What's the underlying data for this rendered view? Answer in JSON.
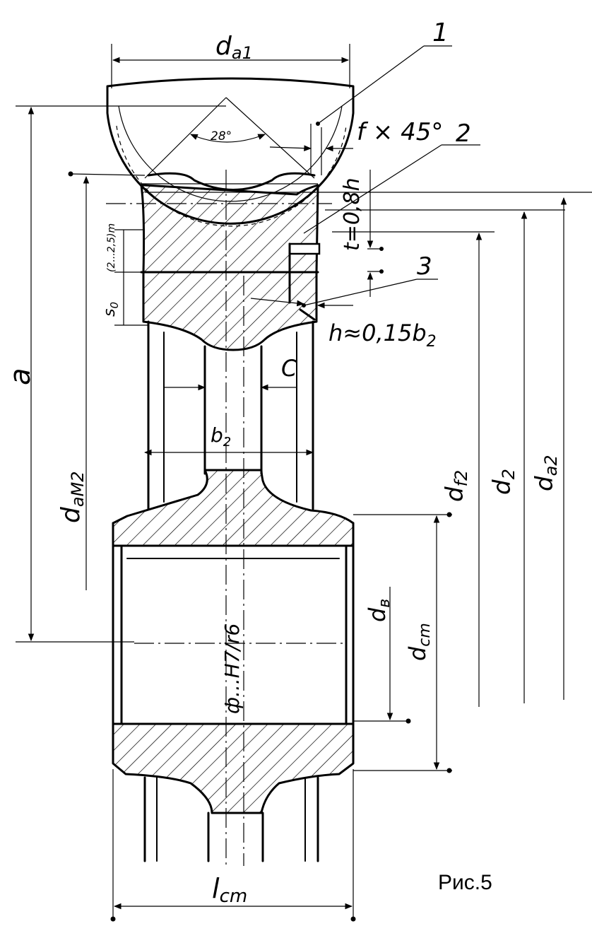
{
  "labels": {
    "d_a1": "d",
    "d_a1_sub": "a1",
    "leader_1": "1",
    "leader_2": "2",
    "leader_3": "3",
    "angle": "28°",
    "chamfer": "f × 45°",
    "t": "t=0,8h",
    "rim_range": "(2...2,5)m",
    "s0": "s",
    "s0_sub": "0",
    "h": "h≈0,15b",
    "h_sub": "2",
    "c": "C",
    "b2": "b",
    "b2_sub": "2",
    "a": "a",
    "d_am2": "d",
    "d_am2_sub": "aM2",
    "d_f2": "d",
    "d_f2_sub": "f2",
    "d_2": "d",
    "d_2_sub": "2",
    "d_a2": "d",
    "d_a2_sub": "a2",
    "fit": "ф...H7/r6",
    "d_b": "d",
    "d_b_sub": "в",
    "d_cm": "d",
    "d_cm_sub": "cm",
    "l_cm": "l",
    "l_cm_sub": "cm"
  },
  "caption": "Рис.5"
}
